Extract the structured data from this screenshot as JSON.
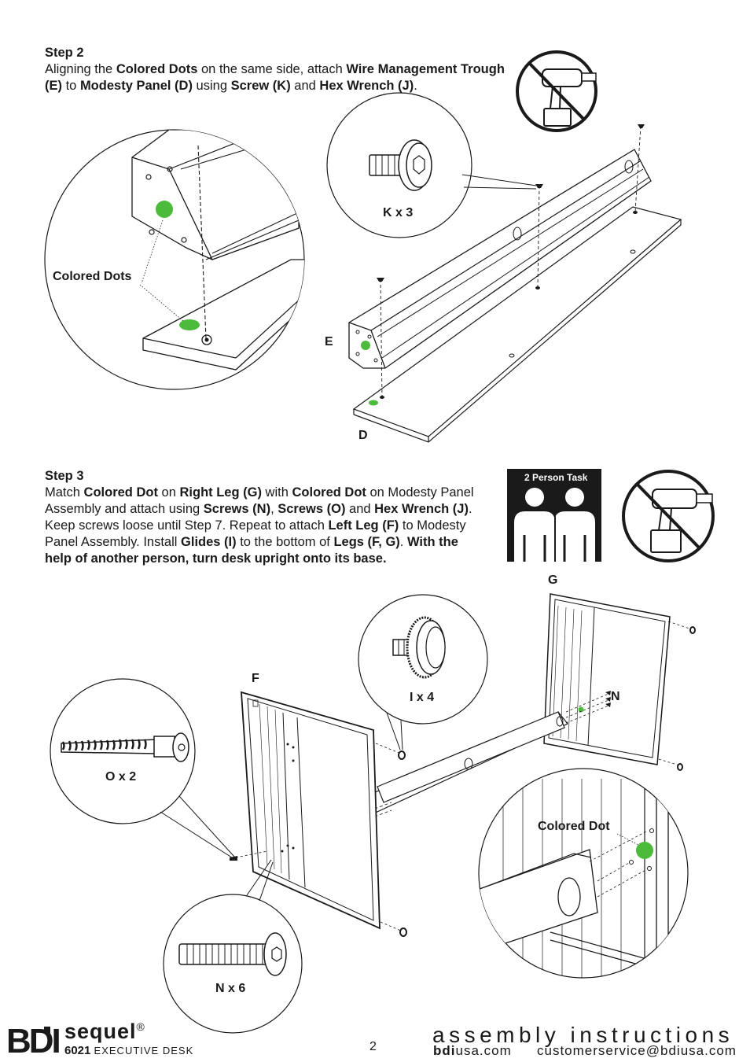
{
  "step2": {
    "title": "Step 2",
    "parts": [
      {
        "t": "Aligning the ",
        "b": false
      },
      {
        "t": "Colored Dots",
        "b": true
      },
      {
        "t": " on the same side, attach ",
        "b": false
      },
      {
        "t": "Wire Management Trough (E)",
        "b": true
      },
      {
        "t": " to ",
        "b": false
      },
      {
        "t": "Modesty Panel (D)",
        "b": true
      },
      {
        "t": " using ",
        "b": false
      },
      {
        "t": "Screw (K)",
        "b": true
      },
      {
        "t": " and ",
        "b": false
      },
      {
        "t": "Hex Wrench (J)",
        "b": true
      },
      {
        "t": ".",
        "b": false
      }
    ],
    "labels": {
      "colored_dots": "Colored Dots",
      "k_qty": "K x 3",
      "e": "E",
      "d": "D"
    }
  },
  "step3": {
    "title": "Step 3",
    "parts": [
      {
        "t": "Match ",
        "b": false
      },
      {
        "t": "Colored Dot",
        "b": true
      },
      {
        "t": " on ",
        "b": false
      },
      {
        "t": "Right Leg (G)",
        "b": true
      },
      {
        "t": " with ",
        "b": false
      },
      {
        "t": "Colored Dot",
        "b": true
      },
      {
        "t": " on Modesty Panel Assembly and attach using ",
        "b": false
      },
      {
        "t": "Screws (N)",
        "b": true
      },
      {
        "t": ", ",
        "b": false
      },
      {
        "t": "Screws (O)",
        "b": true
      },
      {
        "t": " and ",
        "b": false
      },
      {
        "t": "Hex Wrench (J)",
        "b": true
      },
      {
        "t": ". Keep screws loose until Step 7. Repeat to attach ",
        "b": false
      },
      {
        "t": "Left Leg (F)",
        "b": true
      },
      {
        "t": " to Modesty Panel Assembly. Install ",
        "b": false
      },
      {
        "t": "Glides (I)",
        "b": true
      },
      {
        "t": " to the bottom of ",
        "b": false
      },
      {
        "t": "Legs (F, G)",
        "b": true
      },
      {
        "t": ". ",
        "b": false
      },
      {
        "t": "With the help of another person, turn desk upright onto its base.",
        "b": true
      }
    ],
    "two_person_label": "2 Person Task",
    "labels": {
      "g": "G",
      "f": "F",
      "i_qty": "I x 4",
      "n": "N",
      "o_qty": "O x 2",
      "colored_dot": "Colored Dot",
      "n_qty": "N x 6"
    }
  },
  "footer": {
    "brand": "BDI",
    "product": "sequel",
    "registered": "®",
    "model_number": "6021",
    "model_name": "EXECUTIVE DESK",
    "page_number": "2",
    "assembly": "assembly instructions",
    "web_bold": "bdi",
    "web_rest": "usa.com",
    "email": "customerservice@bdiusa.com"
  },
  "colors": {
    "dot_green": "#4cbb3c",
    "ink": "#1a1a1a"
  },
  "icons": [
    "no-power-drill-icon",
    "two-person-task-icon"
  ]
}
